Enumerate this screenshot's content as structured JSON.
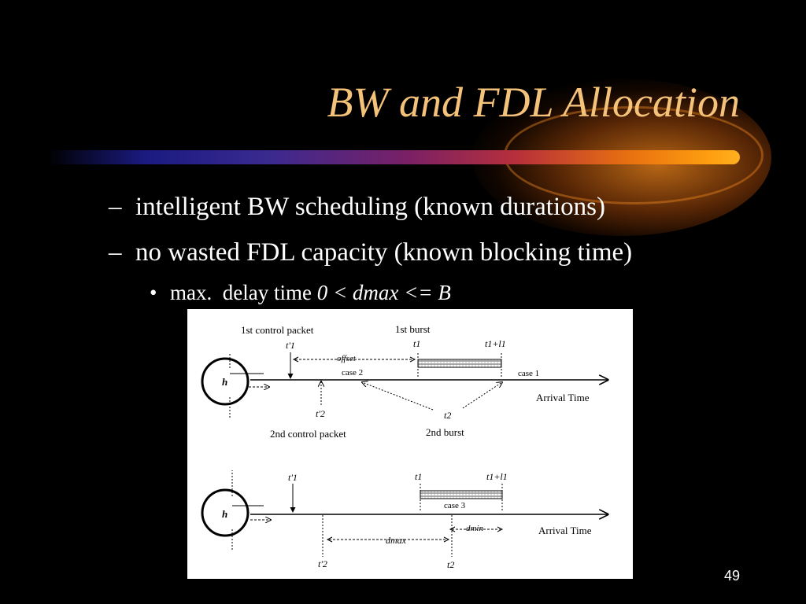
{
  "slide": {
    "title": "BW and FDL Allocation",
    "bullets": [
      {
        "marker": "–",
        "text": "intelligent BW scheduling (known durations)"
      },
      {
        "marker": "–",
        "text": "no wasted FDL capacity (known blocking time)"
      }
    ],
    "sub_bullet": {
      "marker": "•",
      "text": "max.  delay time ",
      "math": "0 < dmax <= B"
    },
    "page_number": "49"
  },
  "figure": {
    "top": {
      "node": "h",
      "label_1st_control_packet": "1st control packet",
      "label_1st_burst": "1st burst",
      "label_t1_prime": "t'1",
      "label_t1": "t1",
      "label_t1_plus_l1": "t1+l1",
      "label_offset": "offset",
      "label_case2": "case 2",
      "label_case1": "case 1",
      "label_arrival_time": "Arrival Time",
      "label_t2_prime": "t'2",
      "label_t2": "t2",
      "label_2nd_control_packet": "2nd control packet",
      "label_2nd_burst": "2nd burst"
    },
    "bottom": {
      "node": "h",
      "label_t1_prime": "t'1",
      "label_t1": "t1",
      "label_t1_plus_l1": "t1+l1",
      "label_case3": "case 3",
      "label_dmin": "dmin",
      "label_dmax": "dmax",
      "label_arrival_time": "Arrival Time",
      "label_t2_prime": "t'2",
      "label_t2": "t2"
    }
  }
}
